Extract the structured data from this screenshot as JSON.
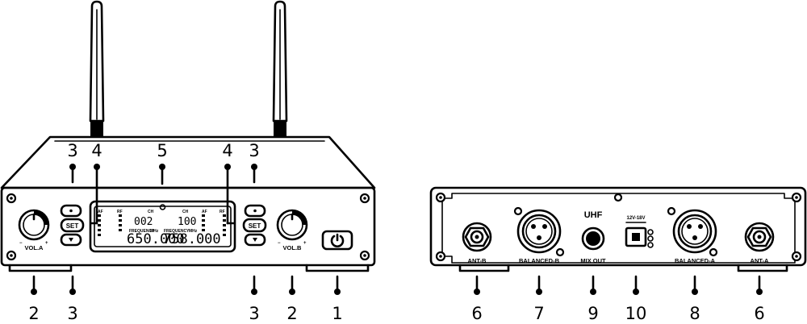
{
  "front": {
    "vol_a_label": "VOL.A",
    "vol_b_label": "VOL.B",
    "set_label": "SET",
    "lcd": {
      "ch_label": "CH",
      "ch_a": "002",
      "ch_b": "100",
      "freq_a": "650.000",
      "freq_b": "758.000",
      "af_label": "AF",
      "rf_label": "RF",
      "frequency_label": "FREQUENCY",
      "mhz_label": "MHz"
    },
    "callouts_top": [
      "3",
      "4",
      "5",
      "4",
      "3"
    ],
    "callouts_bottom": [
      "2",
      "3",
      "3",
      "2",
      "1"
    ]
  },
  "rear": {
    "uhf_label": "UHF",
    "power_label": "12V-18V",
    "connectors": {
      "ant_b": "ANT-B",
      "balanced_b": "BALANCED-B",
      "mix_out": "MIX OUT",
      "balanced_a": "BALANCED-A",
      "ant_a": "ANT-A"
    },
    "callouts_bottom": [
      "6",
      "7",
      "9",
      "10",
      "8",
      "6"
    ]
  },
  "colors": {
    "line": "#000000",
    "background": "#ffffff"
  }
}
